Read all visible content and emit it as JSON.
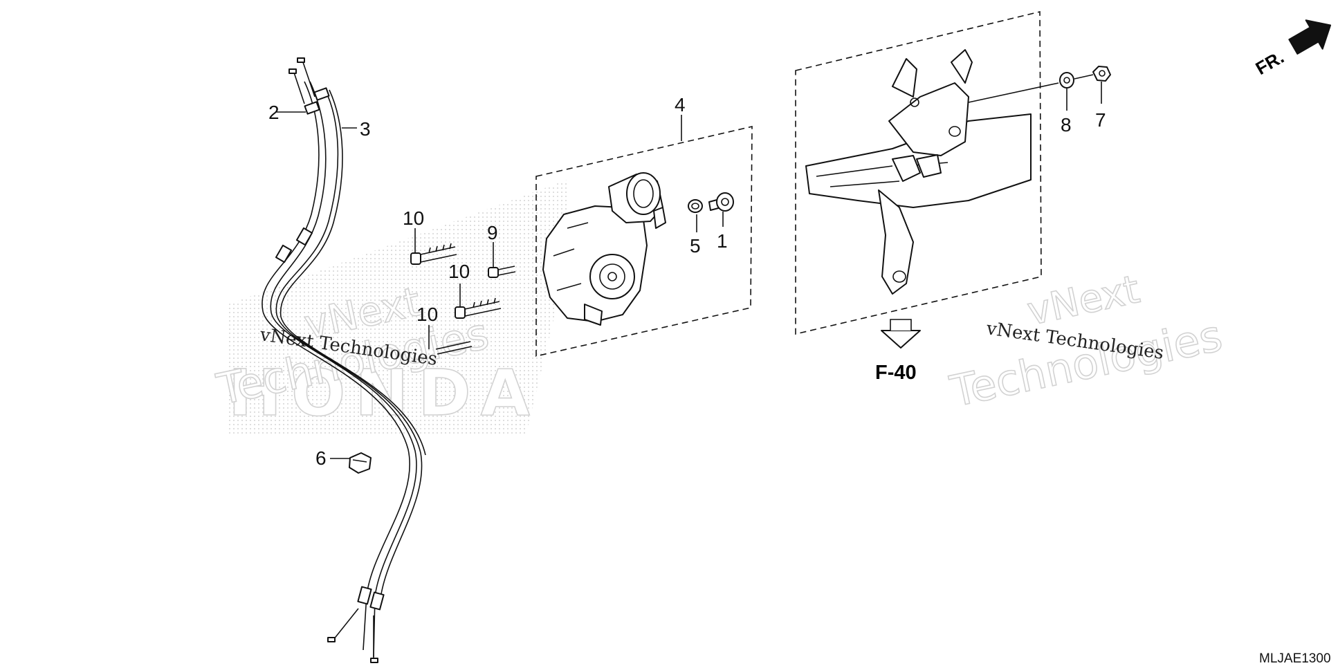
{
  "callouts": {
    "c1": "1",
    "c2": "2",
    "c3": "3",
    "c4": "4",
    "c5": "5",
    "c6": "6",
    "c7": "7",
    "c8": "8",
    "c9": "9",
    "c10a": "10",
    "c10b": "10",
    "c10c": "10"
  },
  "front_indicator": "FR.",
  "reference": "F-40",
  "diagram_code": "MLJAE1300",
  "watermarks": {
    "left_line1": "vNext Technologies",
    "left_big1": "vNext",
    "left_big2": "Technologies",
    "left_brand": "HONDA",
    "right_line1": "vNext Technologies",
    "right_big1": "vNext",
    "right_big2": "Technologies"
  }
}
